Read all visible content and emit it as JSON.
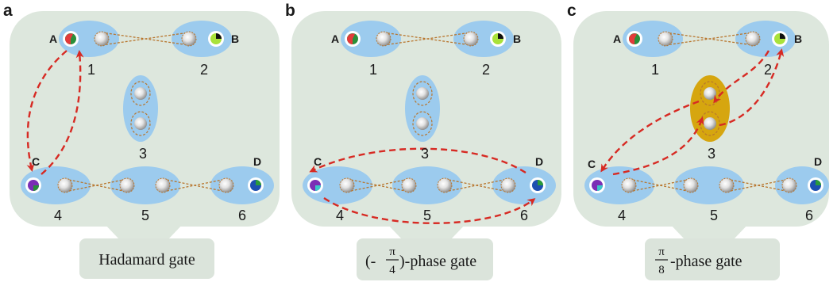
{
  "panels": [
    {
      "letter": "a",
      "caption": "Hadamard gate"
    },
    {
      "letter": "b",
      "caption_prefix": "(-",
      "caption_num": "π",
      "caption_den": "4",
      "caption_suffix": ")-phase gate"
    },
    {
      "letter": "c",
      "caption_num": "π",
      "caption_den": "8",
      "caption_suffix": "-phase gate"
    }
  ],
  "node_labels": {
    "A": "A",
    "B": "B",
    "C": "C",
    "D": "D"
  },
  "site_numbers": [
    "1",
    "2",
    "3",
    "4",
    "5",
    "6"
  ],
  "colors": {
    "panel_bg": "#dde7dd",
    "caption_bg": "#dbe4db",
    "site_blue": "#9ccbee",
    "site_gold": "#d6a60f",
    "arrow_red": "#d72a23",
    "bond_brown": "#b8762e"
  }
}
